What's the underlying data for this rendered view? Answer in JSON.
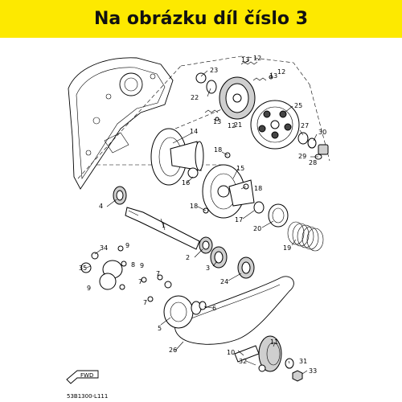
{
  "header": {
    "title": "Na obrázku díl číslo 3",
    "background": "#fde900"
  },
  "diagram": {
    "code": "53B1300-L111",
    "fwd_label": "FWD",
    "labels": [
      "1",
      "2",
      "3",
      "4",
      "5",
      "6",
      "7",
      "8",
      "9",
      "10",
      "11",
      "12",
      "13",
      "14",
      "15",
      "16",
      "17",
      "18",
      "19",
      "20",
      "21",
      "22",
      "23",
      "24",
      "25",
      "26",
      "27",
      "28",
      "29",
      "30",
      "31",
      "32",
      "33",
      "34",
      "35"
    ]
  }
}
